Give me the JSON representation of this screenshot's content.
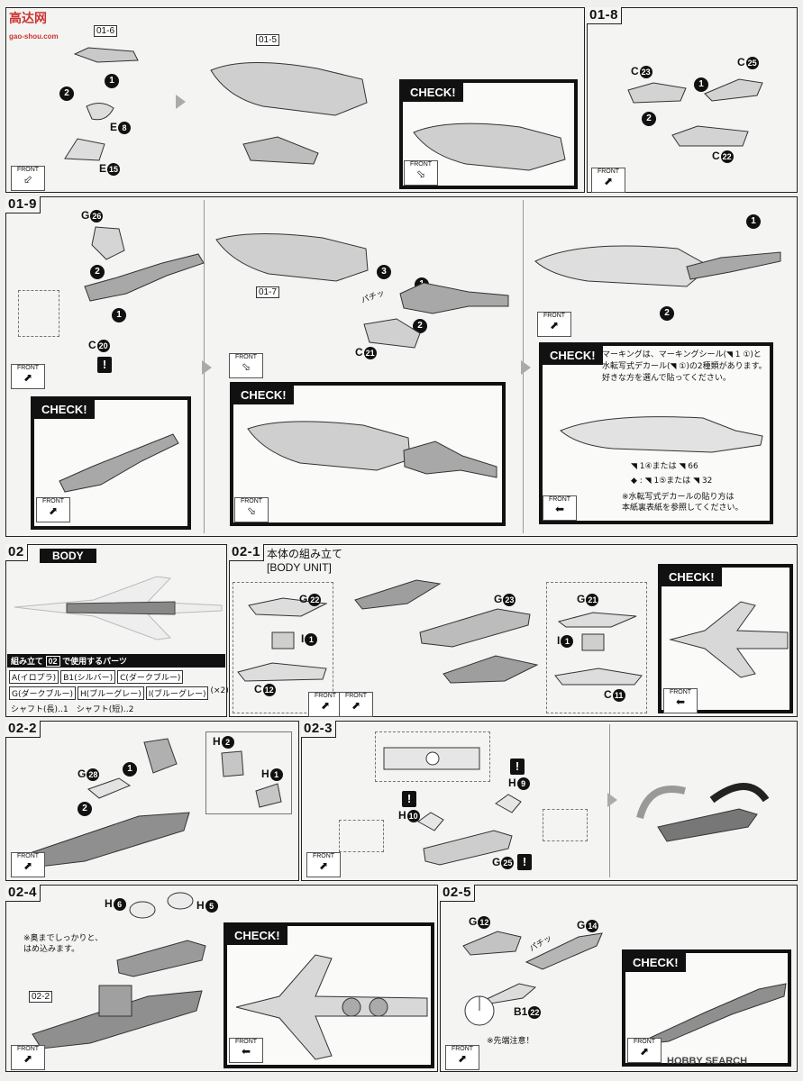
{
  "watermark_top": {
    "title": "高达网",
    "url": "gao-shou.com"
  },
  "watermark_bottom": "HOBBY SEARCH",
  "steps": {
    "s01_6": "01-6",
    "s01_5": "01-5",
    "s01_8": "01-8",
    "s01_9": "01-9",
    "s01_7": "01-7",
    "s02": "02",
    "s02_1": "02-1",
    "s02_2": "02-2",
    "s02_3": "02-3",
    "s02_4": "02-4",
    "s02_5": "02-5",
    "s02_2_ref": "02-2"
  },
  "check_label": "CHECK!",
  "front_label": "FRONT",
  "parts": {
    "e8": "E",
    "e8n": "8",
    "e15": "E",
    "e15n": "15",
    "c23": "C",
    "c23n": "23",
    "c25": "C",
    "c25n": "25",
    "c22": "C",
    "c22n": "22",
    "g26": "G",
    "g26n": "26",
    "c20": "C",
    "c20n": "20",
    "c21": "C",
    "c21n": "21",
    "g22": "G",
    "g22n": "22",
    "i1": "I",
    "i1n": "1",
    "c12": "C",
    "c12n": "12",
    "g23": "G",
    "g23n": "23",
    "g21": "G",
    "g21n": "21",
    "i1b": "I",
    "i1bn": "1",
    "c11": "C",
    "c11n": "11",
    "g28": "G",
    "g28n": "28",
    "h2": "H",
    "h2n": "2",
    "h1": "H",
    "h1n": "1",
    "h10": "H",
    "h10n": "10",
    "h9": "H",
    "h9n": "9",
    "g25": "G",
    "g25n": "25",
    "h6": "H",
    "h6n": "6",
    "h5": "H",
    "h5n": "5",
    "g12": "G",
    "g12n": "12",
    "g14": "G",
    "g14n": "14",
    "b1_22": "B1",
    "b1_22n": "22"
  },
  "markers": {
    "m1": "1",
    "m2": "2",
    "m3": "3"
  },
  "sound": "パチッ",
  "sound2": "パチッ",
  "check_01_9_text": {
    "line1": "マーキングは、マーキングシール(",
    "line1b": ")と",
    "line2": "水転写式デカール(",
    "line2b": ")の2種類があります。",
    "line3": "好きな方を選んで貼ってください。",
    "opt1": "1④または",
    "opt1b": "66",
    "opt2": "1⑤または",
    "opt2b": "32",
    "note1": "※水転写式デカールの貼り方は",
    "note2": "本紙裏表紙を参照してください。"
  },
  "body_label": "BODY",
  "body_unit": {
    "title": "本体の組み立て",
    "subtitle": "[BODY UNIT]"
  },
  "used_parts": {
    "header_pre": "組み立て",
    "header_step": "02",
    "header_post": "で使用するパーツ",
    "row1": [
      "A(イロプラ)",
      "B1(シルバー)",
      "C(ダークブルー)"
    ],
    "row2": [
      "G(ダークブルー)",
      "H(ブルーグレー)",
      "I(ブルーグレー)"
    ],
    "row2_mult": "(×2)",
    "row3": "シャフト(長)‥1　シャフト(短)‥2"
  },
  "note_02_4": {
    "line1": "※奥までしっかりと、",
    "line2": "はめ込みます。"
  },
  "note_02_5": "※先端注意！",
  "warn_mark": "!"
}
